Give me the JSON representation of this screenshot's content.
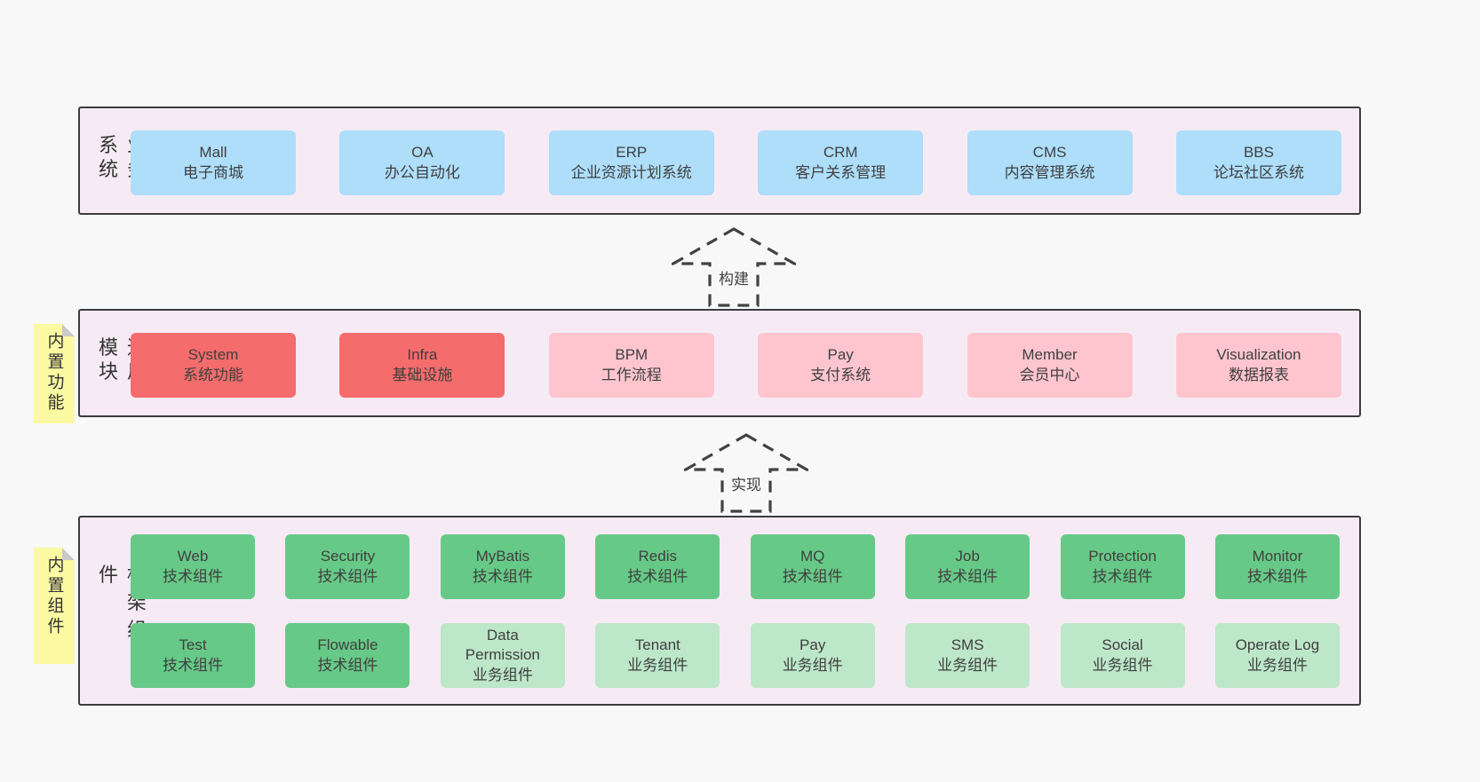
{
  "colors": {
    "page-bg": "#f8f8f8",
    "band-bg": "#f6ebf4",
    "band-border": "#3c3c3c",
    "blue": "#aedefa",
    "red": "#f56c6c",
    "pink": "#fec5ce",
    "green": "#67c987",
    "green-light": "#bde7c9",
    "yellow": "#fbf9a2",
    "fold-gray": "#c9c9c9",
    "text": "#3f3f3f"
  },
  "bands": [
    {
      "label": "业务系统",
      "boxes": [
        {
          "title": "Mall",
          "subtitle": "电子商城"
        },
        {
          "title": "OA",
          "subtitle": "办公自动化"
        },
        {
          "title": "ERP",
          "subtitle": "企业资源计划系统"
        },
        {
          "title": "CRM",
          "subtitle": "客户关系管理"
        },
        {
          "title": "CMS",
          "subtitle": "内容管理系统"
        },
        {
          "title": "BBS",
          "subtitle": "论坛社区系统"
        }
      ]
    },
    {
      "label": "通用模块",
      "note": "内置功能",
      "boxes": [
        {
          "title": "System",
          "subtitle": "系统功能"
        },
        {
          "title": "Infra",
          "subtitle": "基础设施"
        },
        {
          "title": "BPM",
          "subtitle": "工作流程"
        },
        {
          "title": "Pay",
          "subtitle": "支付系统"
        },
        {
          "title": "Member",
          "subtitle": "会员中心"
        },
        {
          "title": "Visualization",
          "subtitle": "数据报表"
        }
      ]
    },
    {
      "label": "框架组件",
      "note": "内置组件",
      "rows": [
        {
          "boxes": [
            {
              "title": "Web",
              "subtitle": "技术组件"
            },
            {
              "title": "Security",
              "subtitle": "技术组件"
            },
            {
              "title": "MyBatis",
              "subtitle": "技术组件"
            },
            {
              "title": "Redis",
              "subtitle": "技术组件"
            },
            {
              "title": "MQ",
              "subtitle": "技术组件"
            },
            {
              "title": "Job",
              "subtitle": "技术组件"
            },
            {
              "title": "Protection",
              "subtitle": "技术组件"
            },
            {
              "title": "Monitor",
              "subtitle": "技术组件"
            }
          ]
        },
        {
          "boxes": [
            {
              "title": "Test",
              "subtitle": "技术组件"
            },
            {
              "title": "Flowable",
              "subtitle": "技术组件"
            },
            {
              "title": "Data Permission",
              "subtitle": "业务组件"
            },
            {
              "title": "Tenant",
              "subtitle": "业务组件"
            },
            {
              "title": "Pay",
              "subtitle": "业务组件"
            },
            {
              "title": "SMS",
              "subtitle": "业务组件"
            },
            {
              "title": "Social",
              "subtitle": "业务组件"
            },
            {
              "title": "Operate Log",
              "subtitle": "业务组件"
            }
          ]
        }
      ]
    }
  ],
  "arrows": [
    {
      "label": "构建"
    },
    {
      "label": "实现"
    }
  ]
}
